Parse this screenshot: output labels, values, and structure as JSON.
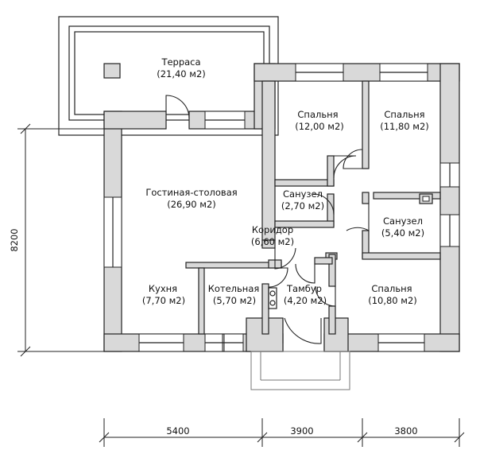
{
  "rooms": {
    "terrace": {
      "name": "Терраса",
      "area": "(21,40 м2)"
    },
    "living": {
      "name": "Гостиная-столовая",
      "area": "(26,90 м2)"
    },
    "bedroom1": {
      "name": "Спальня",
      "area": "(12,00 м2)"
    },
    "bedroom2": {
      "name": "Спальня",
      "area": "(11,80 м2)"
    },
    "bath1": {
      "name": "Санузел",
      "area": "(2,70 м2)"
    },
    "bath2": {
      "name": "Санузел",
      "area": "(5,40 м2)"
    },
    "corridor": {
      "name": "Коридор",
      "area": "(6,60 м2)"
    },
    "kitchen": {
      "name": "Кухня",
      "area": "(7,70 м2)"
    },
    "boiler": {
      "name": "Котельная",
      "area": "(5,70 м2)"
    },
    "vestibule": {
      "name": "Тамбур",
      "area": "(4,20 м2)"
    },
    "bedroom3": {
      "name": "Спальня",
      "area": "(10,80 м2)"
    }
  },
  "dimensions": {
    "height": "8200",
    "width1": "5400",
    "width2": "3900",
    "width3": "3800"
  },
  "colors": {
    "wall_fill": "#d9d9d9",
    "line": "#222222"
  }
}
